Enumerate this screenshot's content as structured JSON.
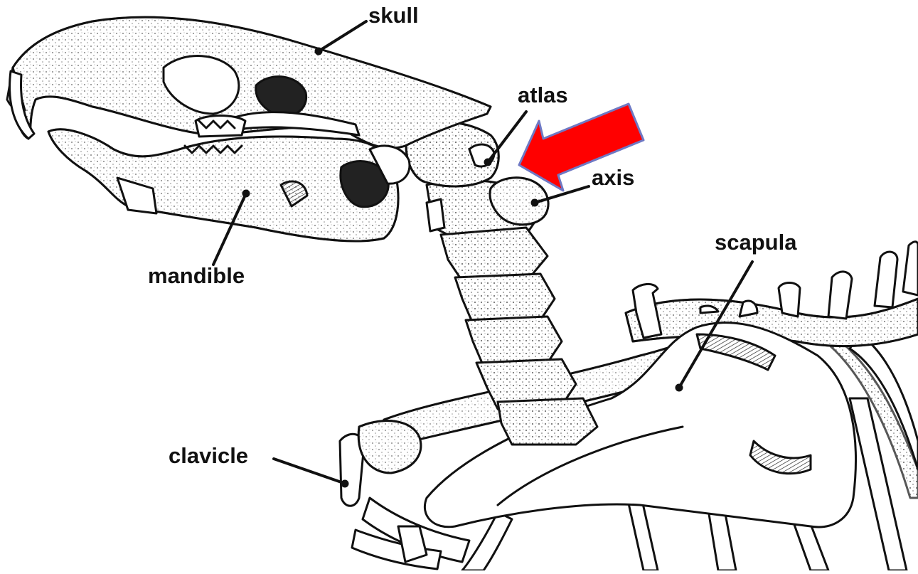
{
  "labels": {
    "skull": "skull",
    "atlas": "atlas",
    "axis": "axis",
    "mandible": "mandible",
    "scapula": "scapula",
    "clavicle": "clavicle"
  },
  "colors": {
    "arrow_fill": "#ff0000",
    "arrow_stroke": "#6f79c4",
    "ink": "#111111",
    "bone": "#ffffff"
  },
  "highlight": {
    "target": "atlas",
    "icon": "red-arrow-icon"
  }
}
